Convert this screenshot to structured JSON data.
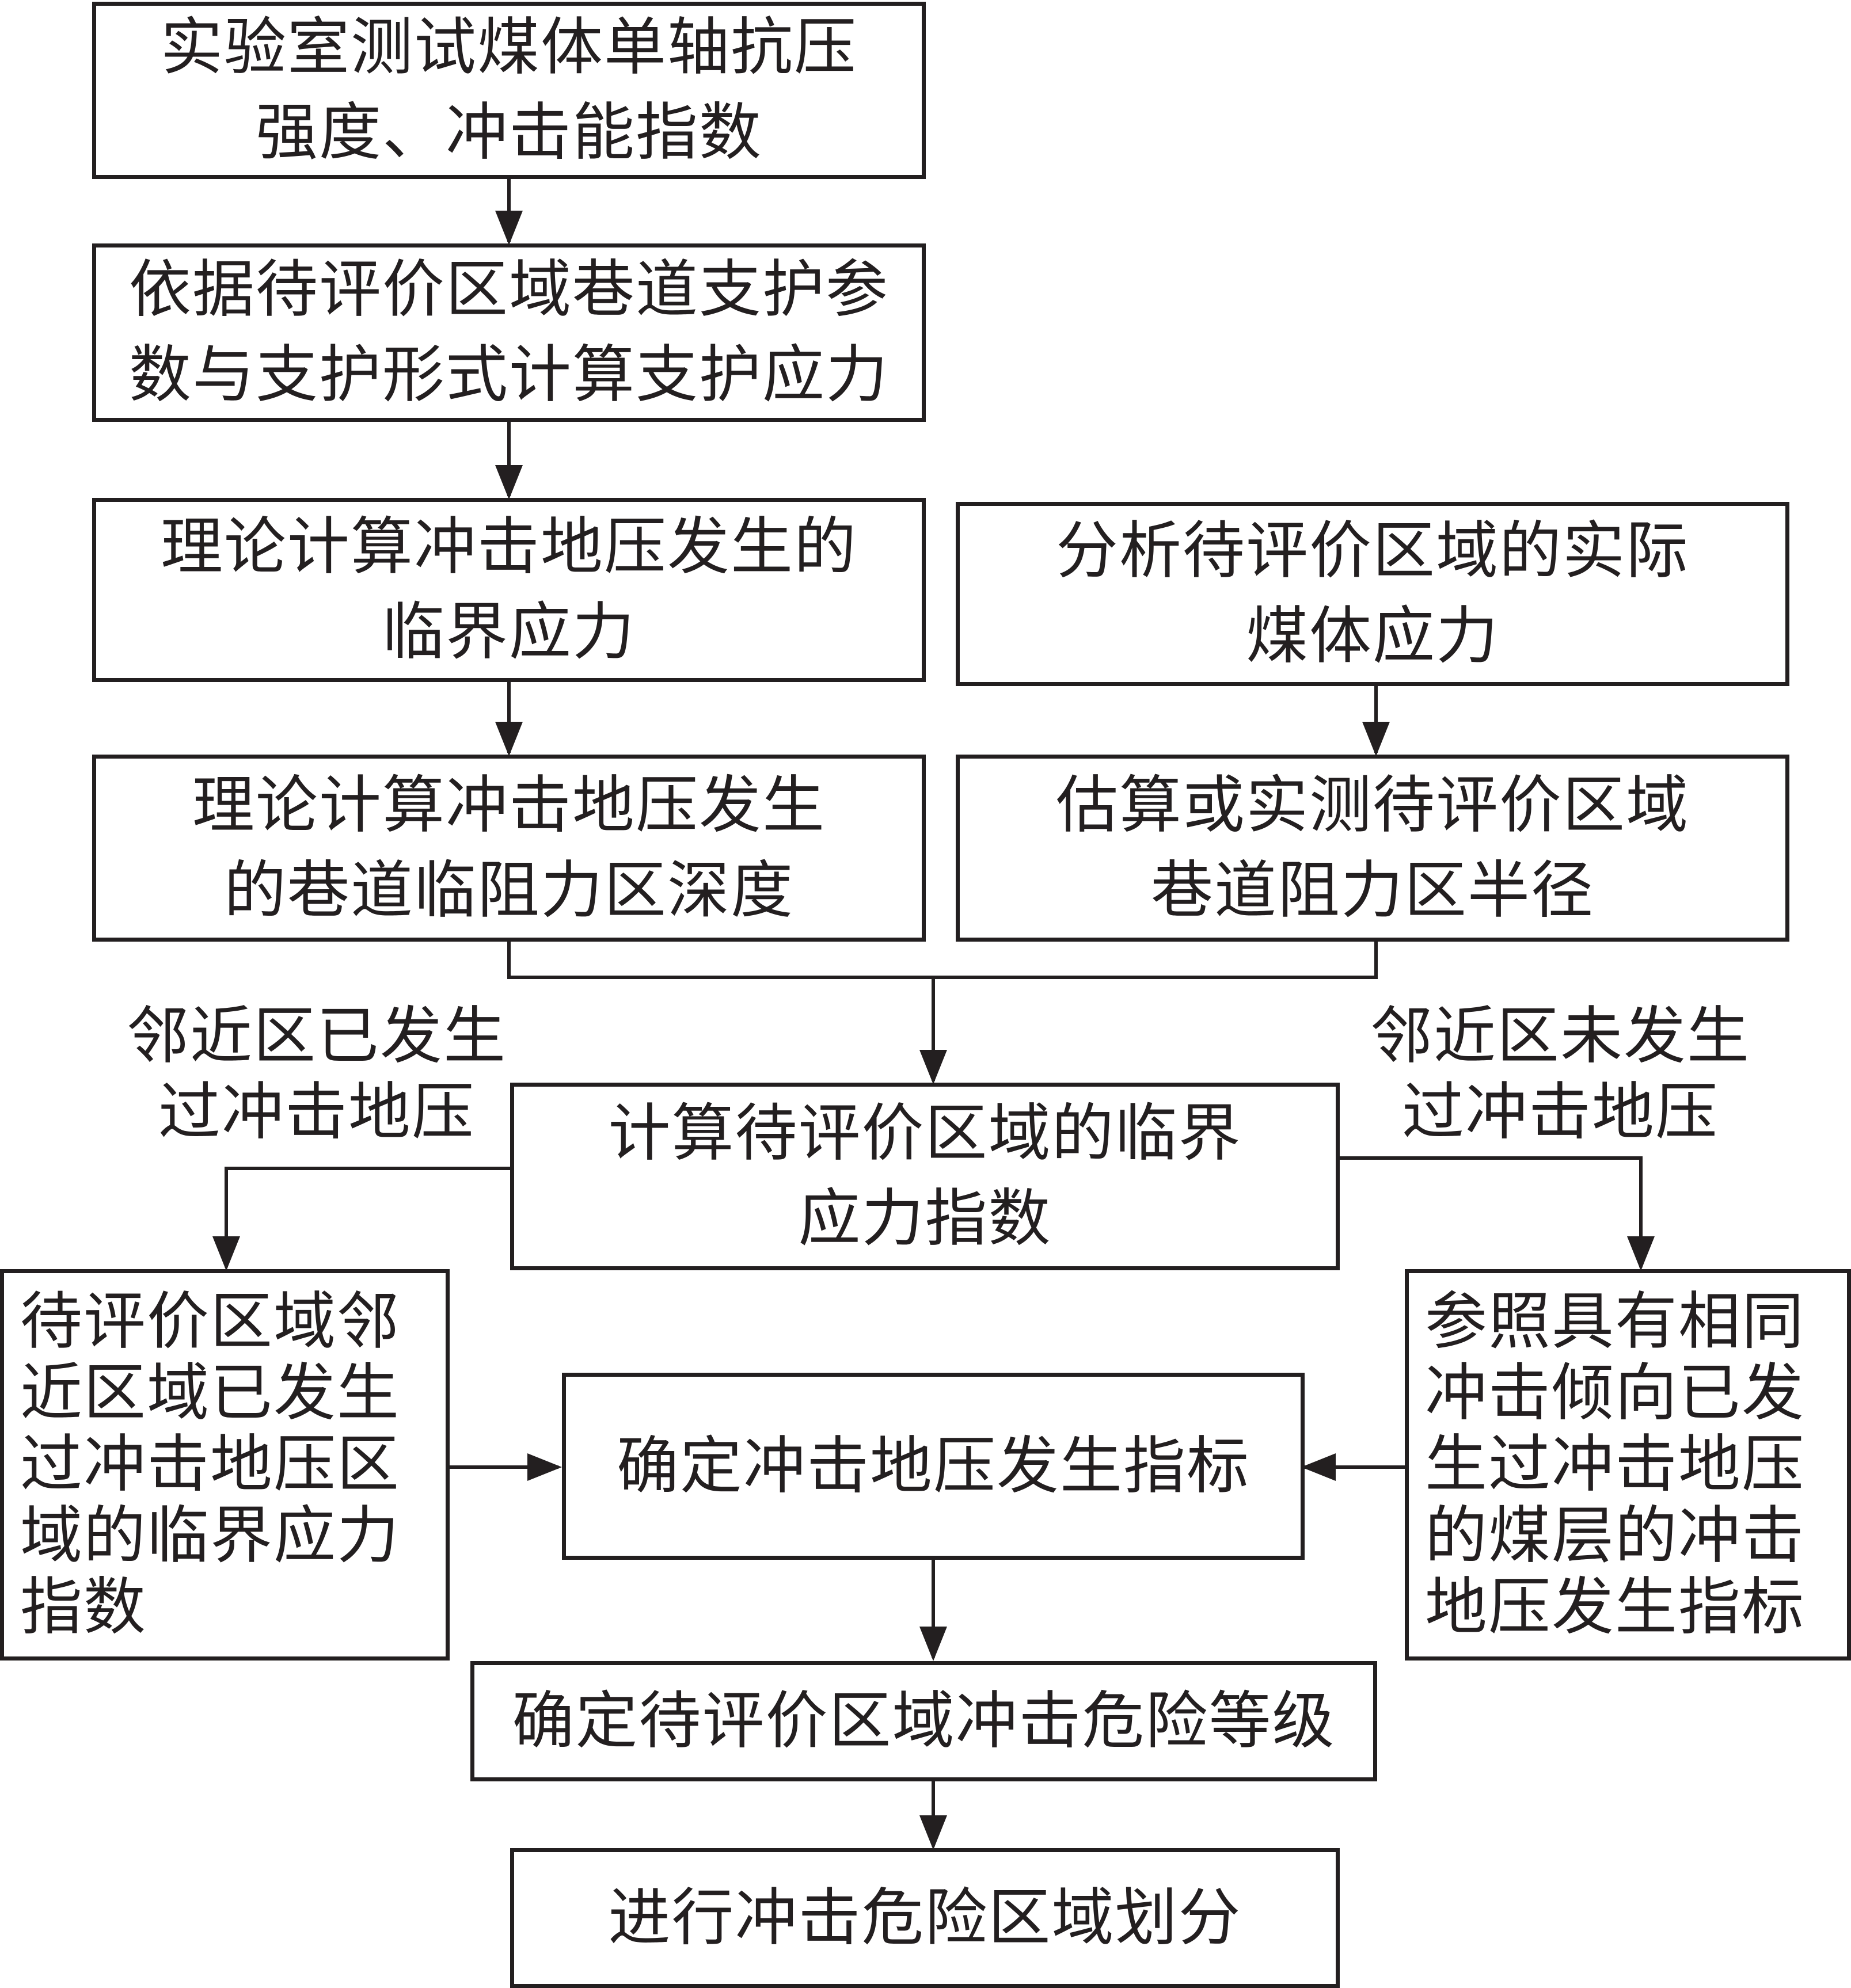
{
  "colors": {
    "stroke": "#231f20",
    "background": "#ffffff"
  },
  "boxes": {
    "lab_test": "实验室测试煤体单轴抗压\n强度、冲击能指数",
    "support_stress": "依据待评价区域巷道支护参\n数与支护形式计算支护应力",
    "critical_stress": "理论计算冲击地压发生的\n临界应力",
    "actual_stress": "分析待评价区域的实际\n煤体应力",
    "resistance_depth": "理论计算冲击地压发生\n的巷道临阻力区深度",
    "resistance_radius": "估算或实测待评价区域\n巷道阻力区半径",
    "critical_index": "计算待评价区域的临界\n应力指数",
    "neighbor_index": "待评价区域邻\n近区域已发生\n过冲击地压区\n域的临界应力\n指数",
    "determine_index": "确定冲击地压发生指标",
    "reference_index": "参照具有相同\n冲击倾向已发\n生过冲击地压\n的煤层的冲击\n地压发生指标",
    "danger_level": "确定待评价区域冲击危险等级",
    "zoning": "进行冲击危险区域划分"
  },
  "branch_labels": {
    "occurred": "邻近区已发生\n过冲击地压",
    "not_occurred": "邻近区未发生\n过冲击地压"
  }
}
